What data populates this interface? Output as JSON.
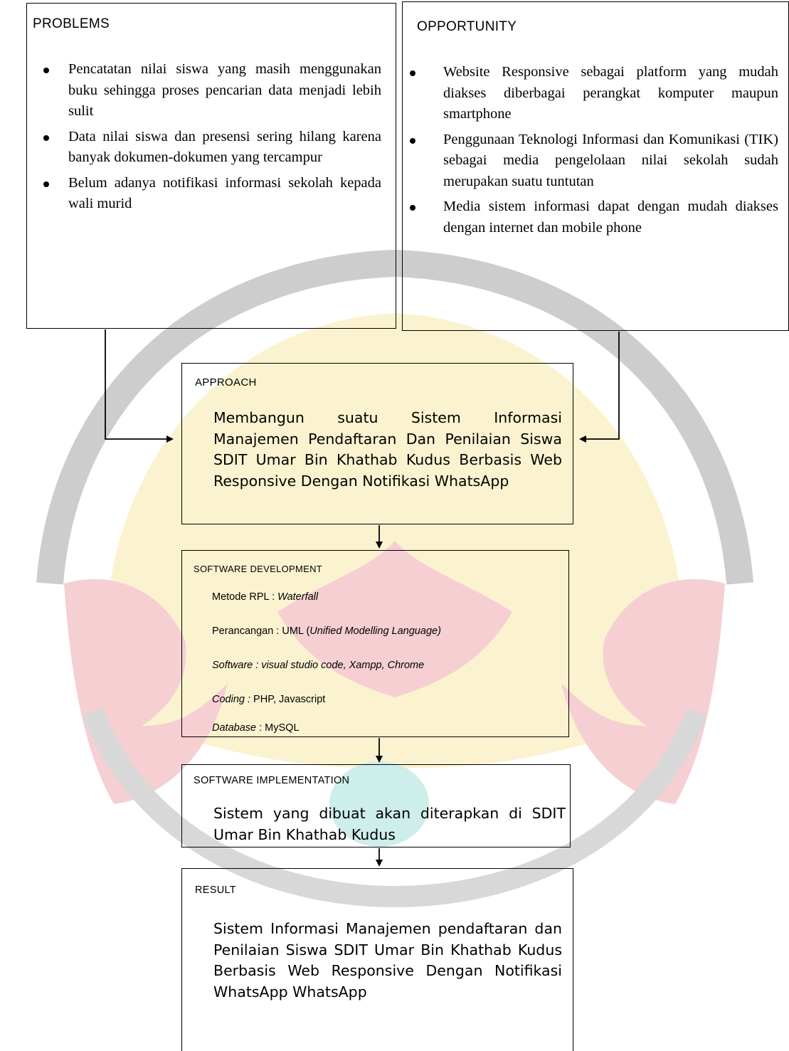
{
  "problems": {
    "title": "PROBLEMS",
    "items": [
      "Pencatatan nilai siswa yang masih menggunakan buku sehingga proses pencarian data menjadi lebih sulit",
      "Data nilai siswa dan presensi sering hilang karena banyak dokumen-dokumen yang tercampur",
      "Belum adanya notifikasi informasi sekolah kepada wali murid"
    ]
  },
  "opportunity": {
    "title": "OPPORTUNITY",
    "items": [
      "Website Responsive sebagai platform yang mudah diakses diberbagai perangkat komputer maupun smartphone",
      "Penggunaan Teknologi Informasi dan Komunikasi (TIK) sebagai media pengelolaan nilai sekolah sudah merupakan suatu tuntutan",
      "Media sistem informasi dapat dengan mudah diakses dengan internet dan mobile phone"
    ]
  },
  "approach": {
    "title": "APPROACH",
    "body": "Membangun suatu Sistem Informasi Manajemen Pendaftaran Dan Penilaian Siswa SDIT Umar Bin Khathab Kudus Berbasis Web Responsive Dengan Notifikasi WhatsApp"
  },
  "development": {
    "title": "SOFTWARE DEVELOPMENT",
    "method_label": "Metode RPL : ",
    "method_value": "Waterfall",
    "design_label": "Perancangan : UML (",
    "design_value": "Unified Modelling Language)",
    "software_text": "Software : visual studio code, Xampp, Chrome",
    "coding_label": "Coding : ",
    "coding_value": "PHP, Javascript",
    "database_label": "Database",
    "database_value": " : MySQL"
  },
  "implementation": {
    "title": "SOFTWARE IMPLEMENTATION",
    "body": "Sistem yang dibuat akan diterapkan di SDIT Umar Bin Khathab Kudus"
  },
  "result": {
    "title": "RESULT",
    "body": "Sistem Informasi Manajemen pendaftaran dan Penilaian Siswa SDIT Umar Bin Khathab Kudus Berbasis Web Responsive Dengan Notifikasi WhatsApp WhatsApp"
  },
  "colors": {
    "watermark_yellow": "#fbf3cf",
    "watermark_red": "#f6cfd3",
    "watermark_gray": "#cdcdcd",
    "watermark_teal": "#cdeeea"
  }
}
